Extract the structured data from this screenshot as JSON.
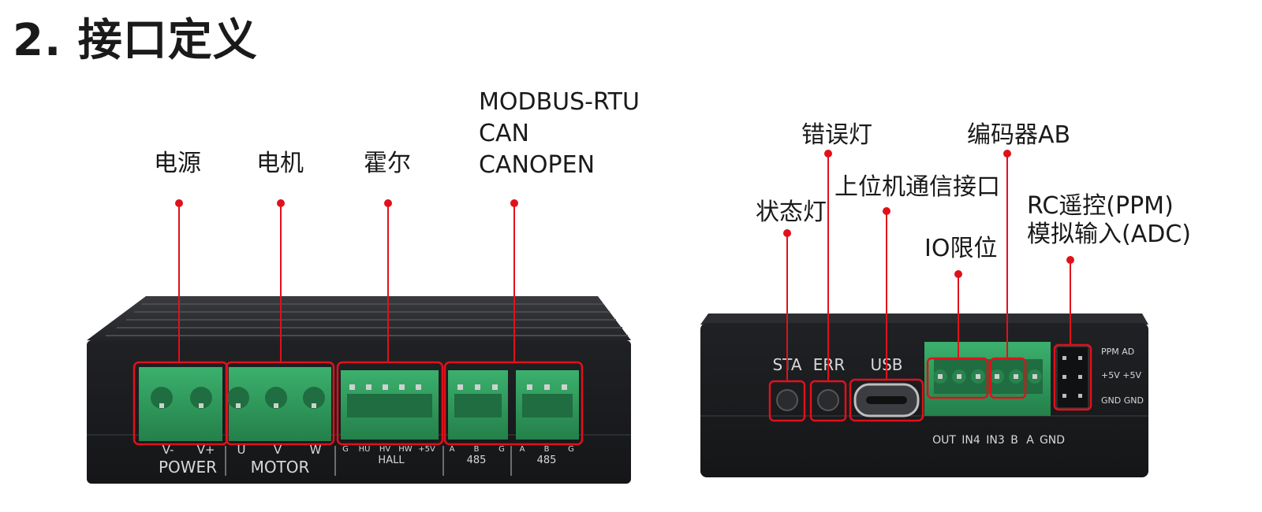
{
  "title": "2. 接口定义",
  "left_device": {
    "callouts": {
      "power": "电源",
      "motor": "电机",
      "hall": "霍尔",
      "bus": [
        "MODBUS-RTU",
        "CAN",
        "CANOPEN"
      ]
    },
    "pin_labels": {
      "power": [
        "V-",
        "V+"
      ],
      "motor": [
        "U",
        "V",
        "W"
      ],
      "hall": [
        "G",
        "HU",
        "HV",
        "HW",
        "+5V"
      ],
      "rs485_a": [
        "A",
        "B",
        "G"
      ],
      "rs485_b": [
        "A",
        "B",
        "G"
      ]
    },
    "group_labels": {
      "power": "POWER",
      "motor": "MOTOR",
      "hall": "HALL",
      "rs485_a": "485",
      "rs485_b": "485"
    }
  },
  "right_device": {
    "callouts": {
      "status_led": "状态灯",
      "error_led": "错误灯",
      "usb": "上位机通信接口",
      "io": "IO限位",
      "encoder": "编码器AB",
      "rc": [
        "RC遥控(PPM)",
        "模拟输入(ADC)"
      ]
    },
    "panel_labels": {
      "sta": "STA",
      "err": "ERR",
      "usb": "USB",
      "bottom_pins": [
        "OUT",
        "IN4",
        "IN3",
        "B",
        "A",
        "GND"
      ],
      "rc_pins": [
        "PPM AD",
        "+5V +5V",
        "GND GND"
      ]
    }
  },
  "colors": {
    "highlight": "#e0111b",
    "connector_green": "#2e9e5e",
    "device_body": "#1d1e20"
  }
}
